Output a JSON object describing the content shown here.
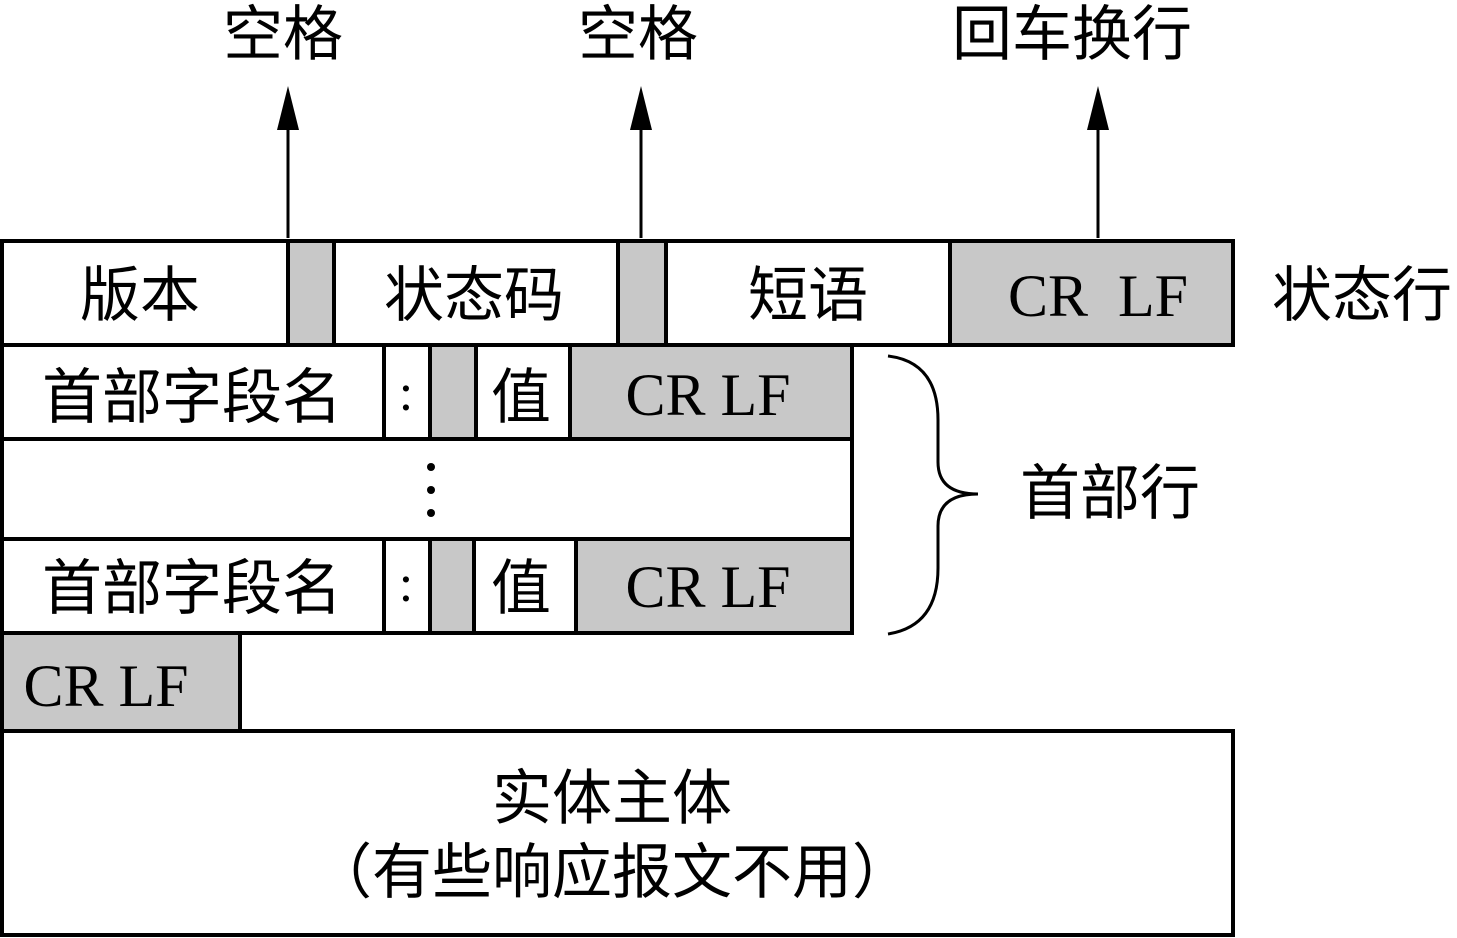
{
  "colors": {
    "fill": "#c8c8c8",
    "background": "#ffffff",
    "stroke": "#000000"
  },
  "annotations": {
    "space_1": "空格",
    "space_2": "空格",
    "crlf_top": "回车换行"
  },
  "status_line": {
    "version": "版本",
    "status_code": "状态码",
    "phrase": "短语",
    "crlf": "CR  LF",
    "label": "状态行"
  },
  "header_rows": [
    {
      "name": "首部字段名",
      "colon": ":",
      "value": "值",
      "crlf": "CR LF"
    },
    {
      "name": "首部字段名",
      "colon": ":",
      "value": "值",
      "crlf": "CR LF"
    }
  ],
  "header_label": "首部行",
  "blank_line_crlf": "CR LF",
  "body": {
    "title": "实体主体",
    "subtitle": "（有些响应报文不用）"
  }
}
